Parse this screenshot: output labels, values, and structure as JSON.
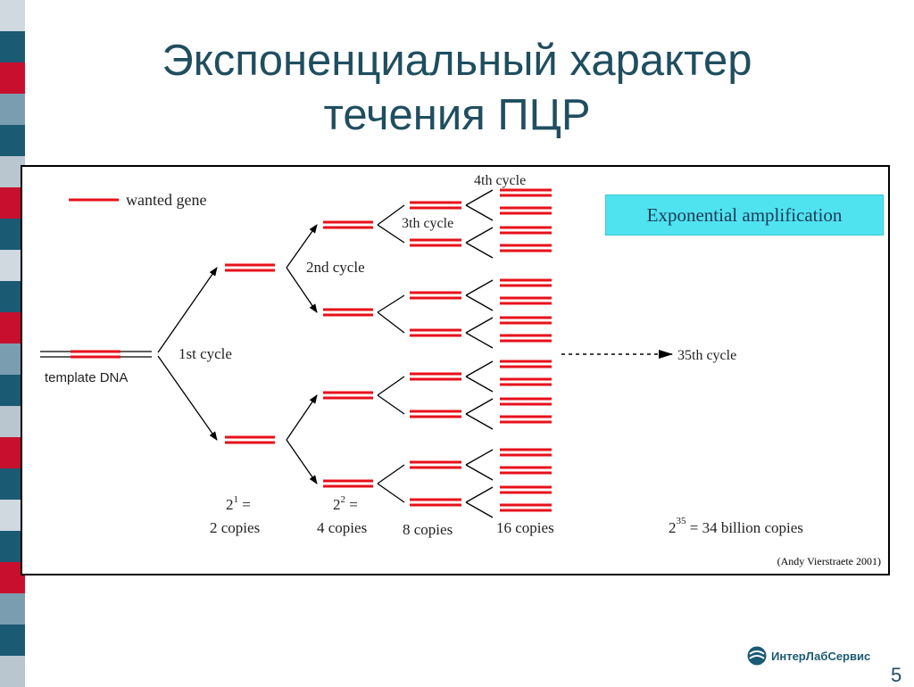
{
  "slide": {
    "title_line1": "Экспоненциальный характер",
    "title_line2": "течения ПЦР",
    "page_number": "5",
    "logo_text": "ИнтерЛабСервис"
  },
  "stripe_colors": [
    "#d0d8e0",
    "#1b5a73",
    "#c8102e",
    "#7b9db0",
    "#1b5a73",
    "#b9c6cf",
    "#c8102e",
    "#1b5a73",
    "#d0d8e0",
    "#1b5a73",
    "#c8102e",
    "#7b9db0",
    "#1b5a73",
    "#b9c6cf",
    "#c8102e",
    "#1b5a73",
    "#d0d8e0",
    "#1b5a73",
    "#c8102e",
    "#7b9db0",
    "#1b5a73",
    "#b9c6cf"
  ],
  "diagram": {
    "legend": "wanted gene",
    "template": "template DNA",
    "cycles": [
      "1st cycle",
      "2nd cycle",
      "3th cycle",
      "4th cycle",
      "35th cycle"
    ],
    "amplification": "Exponential amplification",
    "copies": [
      {
        "base": "2",
        "exp": "1",
        "suffix": " =",
        "text": "2 copies"
      },
      {
        "base": "2",
        "exp": "2",
        "suffix": " =",
        "text": "4 copies"
      },
      {
        "text": "8 copies"
      },
      {
        "text": "16 copies"
      },
      {
        "base": "2",
        "exp": "35",
        "suffix": " = 34 billion copies"
      }
    ],
    "credit": "(Andy Vierstraete 2001)"
  },
  "colors": {
    "gene_red": "#e8101a",
    "title_teal": "#1f4e5f",
    "amp_box": "#4fe3f0",
    "logo_blue": "#1b5a73"
  }
}
